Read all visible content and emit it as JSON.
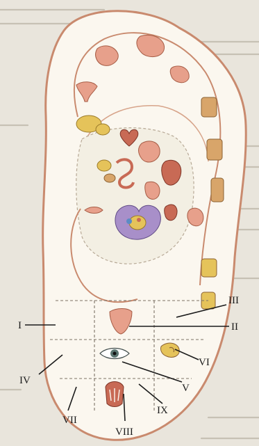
{
  "figure": {
    "zone_labels": {
      "I": "I",
      "II": "II",
      "III": "III",
      "IV": "IV",
      "V": "V",
      "VI": "VI",
      "VII": "VII",
      "VIII": "VIII",
      "IX": "IX"
    },
    "colors": {
      "page_background": "#e9e5dc",
      "ear_outline": "#c98a6e",
      "ear_fill": "#fbf7ef",
      "concha_fill": "#f3efe3",
      "organ_red": "#c86a55",
      "organ_pink": "#e7a08b",
      "organ_yellow": "#e5c35a",
      "organ_purple": "#a88fc9",
      "spine_tan": "#d8a56a"
    },
    "icons": [
      "tongue-icon",
      "eye-icon",
      "inner-ear-icon",
      "teeth-icon",
      "heart-icon",
      "stomach-icon",
      "lung-icon",
      "liver-icon",
      "kidney-icon",
      "uterus-icon",
      "pelvis-icon",
      "hand-icon",
      "foot-icon",
      "spine-icon",
      "lips-icon"
    ]
  }
}
